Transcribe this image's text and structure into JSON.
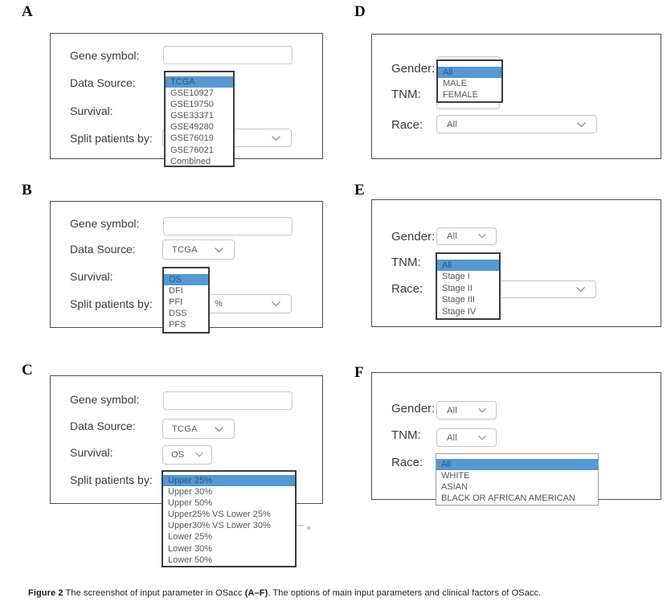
{
  "colors": {
    "highlight_bg": "#5598d2",
    "highlight_text": "#2a5879",
    "panel_border": "#4e4e4e",
    "dropdown_border": "#3c3c3c",
    "control_border": "#c6c6c6",
    "label_text": "#3c3c3c",
    "option_text": "#565656"
  },
  "panels": {
    "a": {
      "label": "A",
      "fields": {
        "gene": "Gene symbol:",
        "source": "Data Source:",
        "survival": "Survival:",
        "split": "Split patients by:"
      },
      "gene_value": "",
      "source_dropdown": {
        "selected": "TCGA",
        "options": [
          "TCGA",
          "GSE10927",
          "GSE19750",
          "GSE33371",
          "GSE49280",
          "GSE76019",
          "GSE76021",
          "Combined"
        ]
      }
    },
    "b": {
      "label": "B",
      "fields": {
        "gene": "Gene symbol:",
        "source": "Data Source:",
        "survival": "Survival:",
        "split": "Split patients by:"
      },
      "gene_value": "",
      "source_value": "TCGA",
      "survival_dropdown": {
        "selected": "OS",
        "options": [
          "OS",
          "DFI",
          "PFI",
          "DSS",
          "PFS"
        ]
      },
      "split_select_fragment": "%"
    },
    "c": {
      "label": "C",
      "fields": {
        "gene": "Gene symbol:",
        "source": "Data Source:",
        "survival": "Survival:",
        "split": "Split patients by:"
      },
      "gene_value": "",
      "source_value": "TCGA",
      "survival_value": "OS",
      "split_dropdown": {
        "selected": "Upper 25%",
        "options": [
          "Upper 25%",
          "Upper 30%",
          "Upper 50%",
          "Upper25% VS Lower 25%",
          "Upper30% VS Lower 30%",
          "Lower 25%",
          "Lower 30%",
          "Lower 50%"
        ]
      }
    },
    "d": {
      "label": "D",
      "fields": {
        "gender": "Gender:",
        "tnm": "TNM:",
        "race": "Race:"
      },
      "gender_dropdown": {
        "selected": "All",
        "options": [
          "All",
          "MALE",
          "FEMALE"
        ]
      },
      "race_value": "All"
    },
    "e": {
      "label": "E",
      "fields": {
        "gender": "Gender:",
        "tnm": "TNM:",
        "race": "Race:"
      },
      "gender_value": "All",
      "tnm_dropdown": {
        "selected": "All",
        "options": [
          "All",
          "Stage I",
          "Stage II",
          "Stage III",
          "Stage IV"
        ]
      }
    },
    "f": {
      "label": "F",
      "fields": {
        "gender": "Gender:",
        "tnm": "TNM:",
        "race": "Race:"
      },
      "gender_value": "All",
      "tnm_value": "All",
      "race_dropdown": {
        "selected": "All",
        "options": [
          "All",
          "WHITE",
          "ASIAN",
          "BLACK OR AFRICAN AMERICAN"
        ]
      }
    }
  },
  "caption": {
    "figure": "Figure 2",
    "part1": " The screenshot of input parameter in OSacc ",
    "panels_ref": "(A–F)",
    "part2": ". The options of main input parameters and clinical factors of OSacc."
  }
}
